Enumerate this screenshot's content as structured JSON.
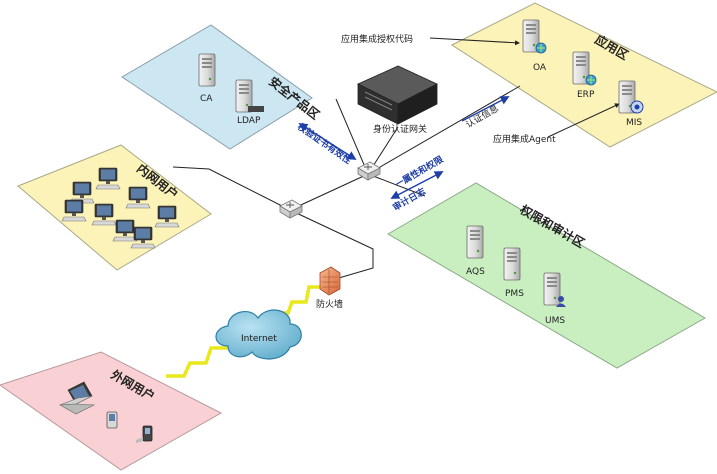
{
  "zones": {
    "security": {
      "title": "安全产品区",
      "color": "#cce6f2"
    },
    "intranet": {
      "title": "内网用户",
      "color": "#fbf3b8"
    },
    "apps": {
      "title": "应用区",
      "color": "#fbf3b8"
    },
    "rights": {
      "title": "权限和审计区",
      "color": "#c9efc0"
    },
    "external": {
      "title": "外网用户",
      "color": "#f9d0d3"
    }
  },
  "servers": {
    "ca": "CA",
    "ldap": "LDAP",
    "oa": "OA",
    "erp": "ERP",
    "mis": "MIS",
    "aqs": "AQS",
    "pms": "PMS",
    "ums": "UMS"
  },
  "devices": {
    "gateway": "身份认证网关",
    "firewall": "防火墙",
    "internet": "Internet"
  },
  "annotations": {
    "app_code": "应用集成授权代码",
    "app_agent": "应用集成Agent",
    "auth_info": "认证信息",
    "cert_check": "校验证书有效性",
    "rights_line1": "一属性和权限",
    "rights_line2": "审计日志"
  },
  "colors": {
    "arrow_blue": "#1f3fa8",
    "zone_border": "#8aa0aa"
  }
}
